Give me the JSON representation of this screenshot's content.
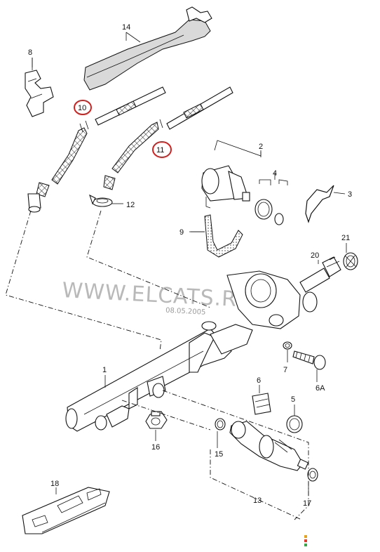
{
  "callouts": [
    {
      "id": "label-1",
      "text": "1"
    },
    {
      "id": "label-2",
      "text": "2"
    },
    {
      "id": "label-3",
      "text": "3"
    },
    {
      "id": "label-4",
      "text": "4"
    },
    {
      "id": "label-5",
      "text": "5"
    },
    {
      "id": "label-6",
      "text": "6"
    },
    {
      "id": "label-6a",
      "text": "6A"
    },
    {
      "id": "label-7",
      "text": "7"
    },
    {
      "id": "label-8",
      "text": "8"
    },
    {
      "id": "label-9",
      "text": "9"
    },
    {
      "id": "label-10",
      "text": "10"
    },
    {
      "id": "label-11",
      "text": "11"
    },
    {
      "id": "label-12",
      "text": "12"
    },
    {
      "id": "label-13",
      "text": "13"
    },
    {
      "id": "label-14",
      "text": "14"
    },
    {
      "id": "label-15",
      "text": "15"
    },
    {
      "id": "label-16",
      "text": "16"
    },
    {
      "id": "label-17",
      "text": "17"
    },
    {
      "id": "label-18",
      "text": "18"
    },
    {
      "id": "label-20",
      "text": "20"
    },
    {
      "id": "label-21",
      "text": "21"
    }
  ],
  "watermark": "WWW.ELCATS.RU",
  "date_stamp": "08.05.2005",
  "highlight_color": "#d0201e",
  "indicator_colors": [
    "#e8a31c",
    "#e23b2e",
    "#3aa64a"
  ]
}
